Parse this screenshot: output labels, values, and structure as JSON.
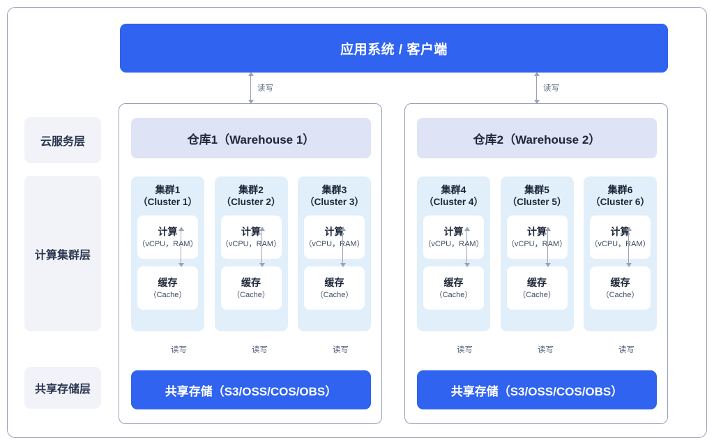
{
  "diagram": {
    "title_bar": {
      "label": "应用系统 / 客户端"
    },
    "layers": [
      {
        "name": "cloud-service-layer",
        "label": "云服务层"
      },
      {
        "name": "compute-cluster-layer",
        "label": "计算集群层"
      },
      {
        "name": "shared-storage-layer",
        "label": "共享存储层"
      }
    ],
    "connector_label": "读写",
    "warehouses": [
      {
        "header": "仓库1（Warehouse 1）",
        "storage": "共享存储（S3/OSS/COS/OBS）",
        "clusters": [
          {
            "title": "集群1",
            "subtitle": "（Cluster 1）",
            "compute": {
              "main": "计算",
              "sub": "（vCPU，RAM）"
            },
            "cache": {
              "main": "缓存",
              "sub": "（Cache）"
            }
          },
          {
            "title": "集群2",
            "subtitle": "（Cluster 2）",
            "compute": {
              "main": "计算",
              "sub": "（vCPU，RAM）"
            },
            "cache": {
              "main": "缓存",
              "sub": "（Cache）"
            }
          },
          {
            "title": "集群3",
            "subtitle": "（Cluster 3）",
            "compute": {
              "main": "计算",
              "sub": "（vCPU，RAM）"
            },
            "cache": {
              "main": "缓存",
              "sub": "（Cache）"
            }
          }
        ]
      },
      {
        "header": "仓库2（Warehouse 2）",
        "storage": "共享存储（S3/OSS/COS/OBS）",
        "clusters": [
          {
            "title": "集群4",
            "subtitle": "（Cluster 4）",
            "compute": {
              "main": "计算",
              "sub": "（vCPU，RAM）"
            },
            "cache": {
              "main": "缓存",
              "sub": "（Cache）"
            }
          },
          {
            "title": "集群5",
            "subtitle": "（Cluster 5）",
            "compute": {
              "main": "计算",
              "sub": "（vCPU，RAM）"
            },
            "cache": {
              "main": "缓存",
              "sub": "（Cache）"
            }
          },
          {
            "title": "集群6",
            "subtitle": "（Cluster 6）",
            "compute": {
              "main": "计算",
              "sub": "（vCPU，RAM）"
            },
            "cache": {
              "main": "缓存",
              "sub": "（Cache）"
            }
          }
        ]
      }
    ],
    "colors": {
      "accent_blue": "#2f63f0",
      "cluster_bg": "#e1effb",
      "warehouse_header_bg": "#dee3f5",
      "layer_label_bg": "#f1f3f8",
      "border": "#97a0b8",
      "arrow": "#9aa3b5",
      "text_dark": "#1d2637"
    }
  }
}
